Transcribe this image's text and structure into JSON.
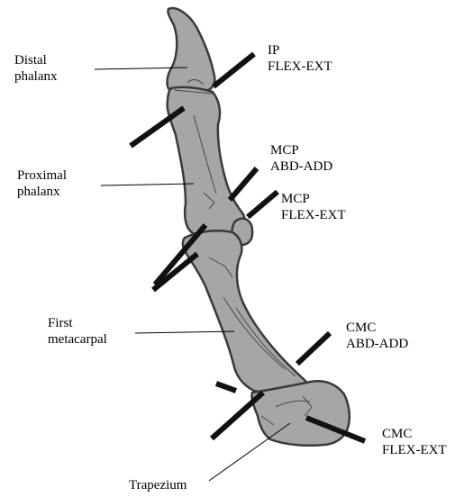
{
  "labels": {
    "distal_phalanx": [
      "Distal",
      "phalanx"
    ],
    "ip_flex_ext": [
      "IP",
      "FLEX-EXT"
    ],
    "mcp_abd_add": [
      "MCP",
      "ABD-ADD"
    ],
    "proximal_phalanx": [
      "Proximal",
      "phalanx"
    ],
    "mcp_flex_ext": [
      "MCP",
      "FLEX-EXT"
    ],
    "first_metacarpal": [
      "First",
      "metacarpal"
    ],
    "cmc_abd_add": [
      "CMC",
      "ABD-ADD"
    ],
    "cmc_flex_ext": [
      "CMC",
      "FLEX-EXT"
    ],
    "trapezium": "Trapezium"
  },
  "colors": {
    "bone_fill": "#a6a6a6",
    "bone_outline": "#3a3a3a",
    "axis_bar": "#111111",
    "leader_line": "#000000",
    "background": "#ffffff"
  }
}
